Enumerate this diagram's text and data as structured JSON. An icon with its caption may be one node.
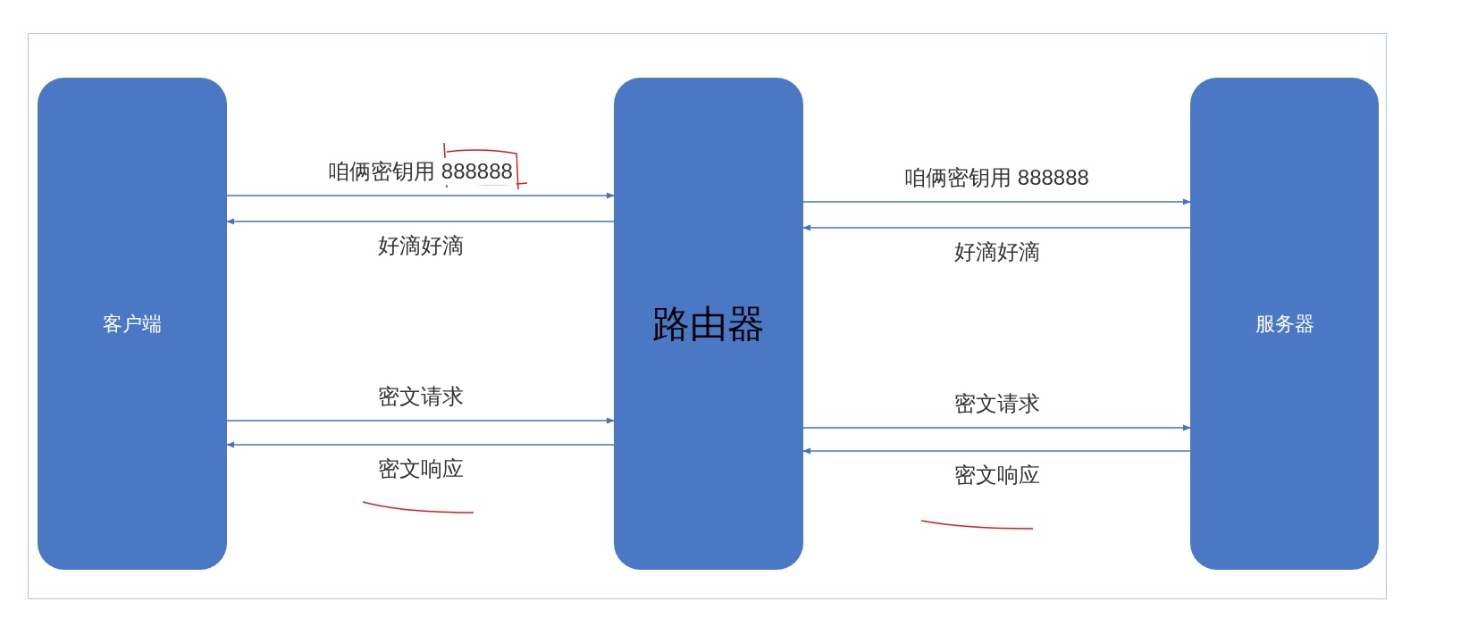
{
  "diagram": {
    "nodes": [
      {
        "text": [
          "客户端"
        ]
      },
      {
        "text": [
          "路由器"
        ]
      },
      {
        "text": [
          "服务器"
        ]
      }
    ],
    "edges": [
      {
        "from": 0,
        "to": 1,
        "arrow": "to",
        "label": "咱俩密钥用 888888"
      },
      {
        "from": 1,
        "to": 0,
        "arrow": "to",
        "label": "好滴好滴"
      },
      {
        "from": 0,
        "to": 1,
        "arrow": "to",
        "label": "密文请求"
      },
      {
        "from": 1,
        "to": 0,
        "arrow": "to",
        "label": "密文响应"
      },
      {
        "from": 1,
        "to": 2,
        "arrow": "to",
        "label": "咱俩密钥用 888888"
      },
      {
        "from": 2,
        "to": 1,
        "arrow": "to",
        "label": "好滴好滴"
      },
      {
        "from": 1,
        "to": 2,
        "arrow": "to",
        "label": "密文请求"
      },
      {
        "from": 2,
        "to": 1,
        "arrow": "to",
        "label": "密文响应"
      }
    ]
  }
}
